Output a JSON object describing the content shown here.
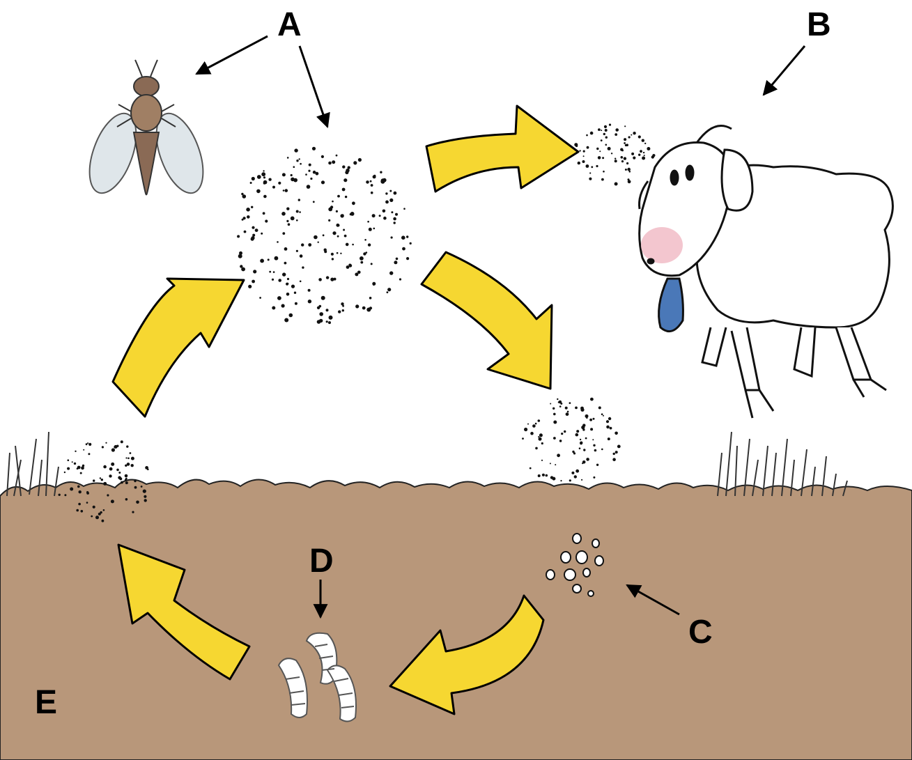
{
  "labels": {
    "a": "A",
    "b": "B",
    "c": "C",
    "d": "D",
    "e": "E"
  },
  "colors": {
    "background": "#ffffff",
    "soil": "#b8977a",
    "arrow_fill": "#f6d731",
    "arrow_stroke": "#000000",
    "sheep_wool": "#ffffff",
    "sheep_nose": "#f3c6cf",
    "sheep_tongue": "#4a78b8",
    "fly_body": "#8a6a55",
    "dots": "#111111"
  },
  "icons": [
    "fly-icon",
    "sheep-icon",
    "egg-cluster-icon",
    "larvae-icon",
    "grass-tuft-icon"
  ]
}
